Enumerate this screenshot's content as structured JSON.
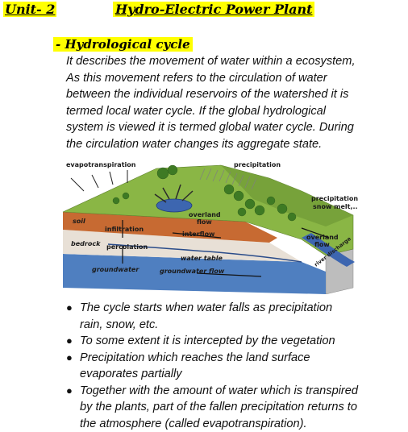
{
  "header": {
    "unit": "Unit- 2",
    "title": "Hydro-Electric Power Plant"
  },
  "section": {
    "heading": "- Hydrological cycle",
    "paragraph_lines": [
      "It describes the movement of water within a ecosystem,",
      "As this movement refers to the circulation of water",
      "between the individual reservoirs of the watershed it is",
      "termed local water cycle. If the global hydrological",
      "system is viewed it is termed global water cycle. During",
      "the circulation water changes its aggregate state."
    ]
  },
  "diagram": {
    "labels": {
      "evapotranspiration": "evapotranspiration",
      "precipitation": "precipitation",
      "precipitation_snowmelt_1": "precipitation,",
      "precipitation_snowmelt_2": "snow melt,..",
      "overland_flow_1": "overland",
      "overland_flow_2": "flow",
      "overland_flow_right_1": "overland",
      "overland_flow_right_2": "flow",
      "soil": "soil",
      "infiltration": "infiltration",
      "interflow": "interflow",
      "bedrock": "bedrock",
      "percolation": "percolation",
      "water_table": "water table",
      "groundwater": "groundwater",
      "groundwater_flow": "groundwater flow",
      "river_discharge": "river discharge"
    }
  },
  "bullets": [
    [
      "The cycle starts when water falls as precipitation",
      "rain, snow, etc."
    ],
    [
      "To some extent it is intercepted by the vegetation"
    ],
    [
      "Precipitation which reaches the land surface",
      "evaporates partially"
    ],
    [
      "Together with the amount of water which is transpired",
      "by the plants, part of the fallen precipitation returns to",
      "the atmosphere (called evapotranspiration)."
    ]
  ],
  "bullet_glyph": "●"
}
